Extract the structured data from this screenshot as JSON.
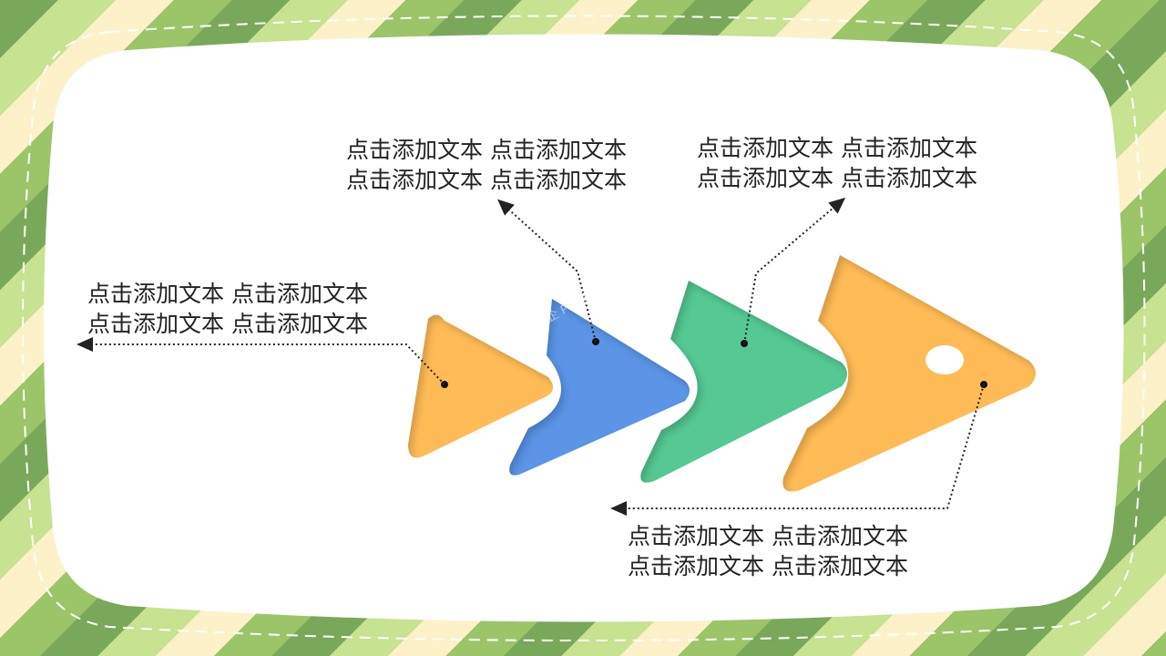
{
  "slide": {
    "watermark": "企 PPT模板",
    "callouts": [
      {
        "id": "c1",
        "line1": "点击添加文本 点击添加文本",
        "line2": "点击添加文本 点击添加文本"
      },
      {
        "id": "c2",
        "line1": "点击添加文本 点击添加文本",
        "line2": "点击添加文本 点击添加文本"
      },
      {
        "id": "c3",
        "line1": "点击添加文本 点击添加文本",
        "line2": "点击添加文本 点击添加文本"
      },
      {
        "id": "c4",
        "line1": "点击添加文本 点击添加文本",
        "line2": "点击添加文本 点击添加文本"
      }
    ],
    "shapes": [
      {
        "name": "orange-small-triangle",
        "color": "#ffbb55"
      },
      {
        "name": "blue-arrow",
        "color": "#5b94e6"
      },
      {
        "name": "green-arrow",
        "color": "#55c893"
      },
      {
        "name": "orange-fish-head",
        "color": "#ffbb55"
      }
    ],
    "colors": {
      "stripe_dark": "#7aa85a",
      "stripe_light": "#c7e290",
      "stripe_cream": "#fcf1c9",
      "panel": "#ffffff",
      "text": "#222222"
    }
  }
}
